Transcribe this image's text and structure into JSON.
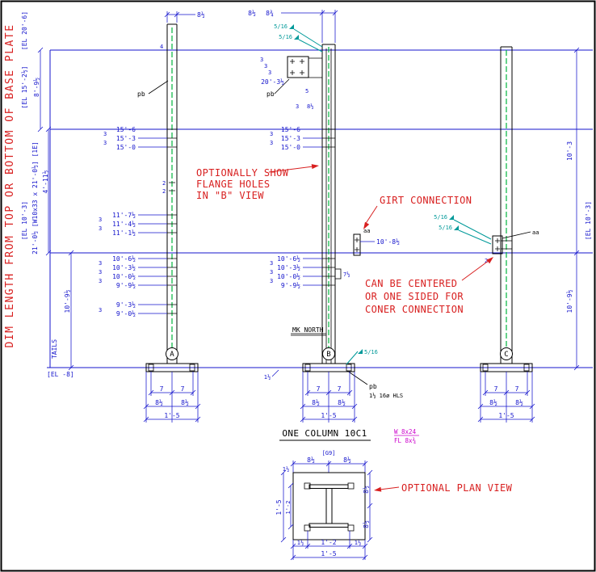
{
  "colors": {
    "blue": "#1414cc",
    "red": "#d81f1f",
    "green": "#00b33c",
    "cyan": "#009999",
    "magenta": "#cc00cc",
    "black": "#000000"
  },
  "left": {
    "note": "DIM LENGTH FROM TOP OR BOTTOM OF BASE PLATE",
    "el_top": "[EL 20'-6]",
    "el_mid": "[EL 15'-2½]",
    "dim_a": "8'-9½",
    "member": "21'-0½ [W10x33 x 21'-0½] [1E]",
    "dim_b": "4'-11½",
    "el_girt": "[EL 10'-3]",
    "dim_c": "10'-9½",
    "tails": "TAILS",
    "el_base": "[EL -8]"
  },
  "right": {
    "dim_a": "10'-3",
    "el_girt": "[EL 10'-3]",
    "dim_b": "10'-9½"
  },
  "ticks": {
    "s3": "3",
    "s2": "2",
    "s4": "4",
    "s5": "5",
    "s7h": "7½"
  },
  "colA": {
    "marker": "A",
    "top_dim": "8½",
    "pb": "pb",
    "g1": [
      "15'-6",
      "15'-3",
      "15'-0"
    ],
    "g2": [
      "11'-7½",
      "11'-4½",
      "11'-1½"
    ],
    "g3": [
      "10'-6½",
      "10'-3½",
      "10'-0½",
      "9'-9½"
    ],
    "g4": [
      "9'-3½",
      "9'-0½"
    ]
  },
  "colB": {
    "marker": "B",
    "top_dim1": "8½",
    "top_dim2": "8¾",
    "cap_dim": "20'-3½",
    "pb": "pb",
    "d3": "3",
    "d8": "8½",
    "g1": [
      "15'-6",
      "15'-3",
      "15'-0"
    ],
    "g2": [
      "10'-6½",
      "10'-3½",
      "10'-0½",
      "9'-9½"
    ]
  },
  "colC": {
    "marker": "C"
  },
  "girt": {
    "label": "aa",
    "dim": "10'-8½"
  },
  "weld": "5/16",
  "mk_north": "MK NORTH",
  "base": {
    "pb": "pb",
    "holes": "1½ 16ø HLS",
    "offset": "1½",
    "d7": "7",
    "d8": "8½",
    "total": "1'-5"
  },
  "title": {
    "label": "ONE COLUMN 10C1",
    "mat1": "W 8x24",
    "mat2": "FL 8x¾"
  },
  "plan": {
    "g": "[G9]",
    "d8": "8½",
    "d1": "1½",
    "d12": "1'-2",
    "d15": "1'-5"
  },
  "notes": {
    "flange1": "OPTIONALLY SHOW",
    "flange2": "FLANGE HOLES",
    "flange3": "IN \"B\" VIEW",
    "girt": "GIRT CONNECTION",
    "corner1": "CAN BE CENTERED",
    "corner2": "OR ONE SIDED FOR",
    "corner3": "CONER CONNECTION",
    "plan": "OPTIONAL PLAN VIEW"
  }
}
